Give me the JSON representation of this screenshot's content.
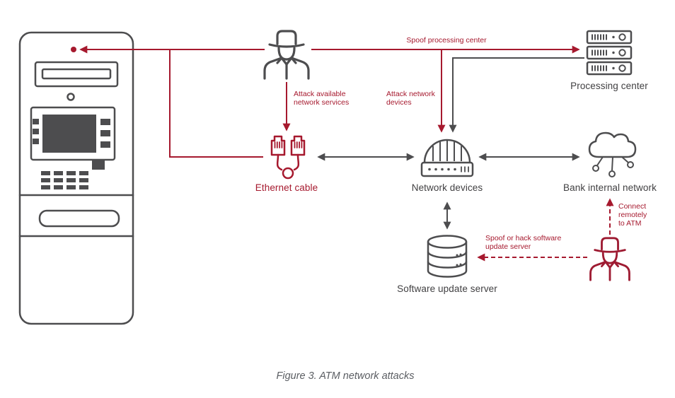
{
  "caption": "Figure 3. ATM network attacks",
  "colors": {
    "accent_red": "#a6192e",
    "line_dark": "#4d4d4f",
    "label_text": "#414042",
    "caption_text": "#5b5e63"
  },
  "node_labels": {
    "processing_center": "Processing center",
    "ethernet_cable": "Ethernet cable",
    "network_devices": "Network devices",
    "bank_internal_network": "Bank internal network",
    "software_update_server": "Software update server"
  },
  "attack_annotations": {
    "spoof_processing_center": "Spoof processing center",
    "attack_available_network_services": "Attack available\nnetwork services",
    "attack_network_devices": "Attack network\ndevices",
    "connect_remotely_to_atm": "Connect\nremotely\nto ATM",
    "spoof_or_hack_software_update_server": "Spoof or hack software\nupdate server"
  },
  "icons": {
    "atm": "atm-machine-icon",
    "attacker_top": "attacker-icon",
    "attacker_bottom": "attacker-icon",
    "processing_center": "server-stack-icon",
    "ethernet_cable": "ethernet-connectors-icon",
    "network_devices": "router-icon",
    "bank_internal_network": "cloud-network-icon",
    "software_update_server": "database-icon"
  }
}
